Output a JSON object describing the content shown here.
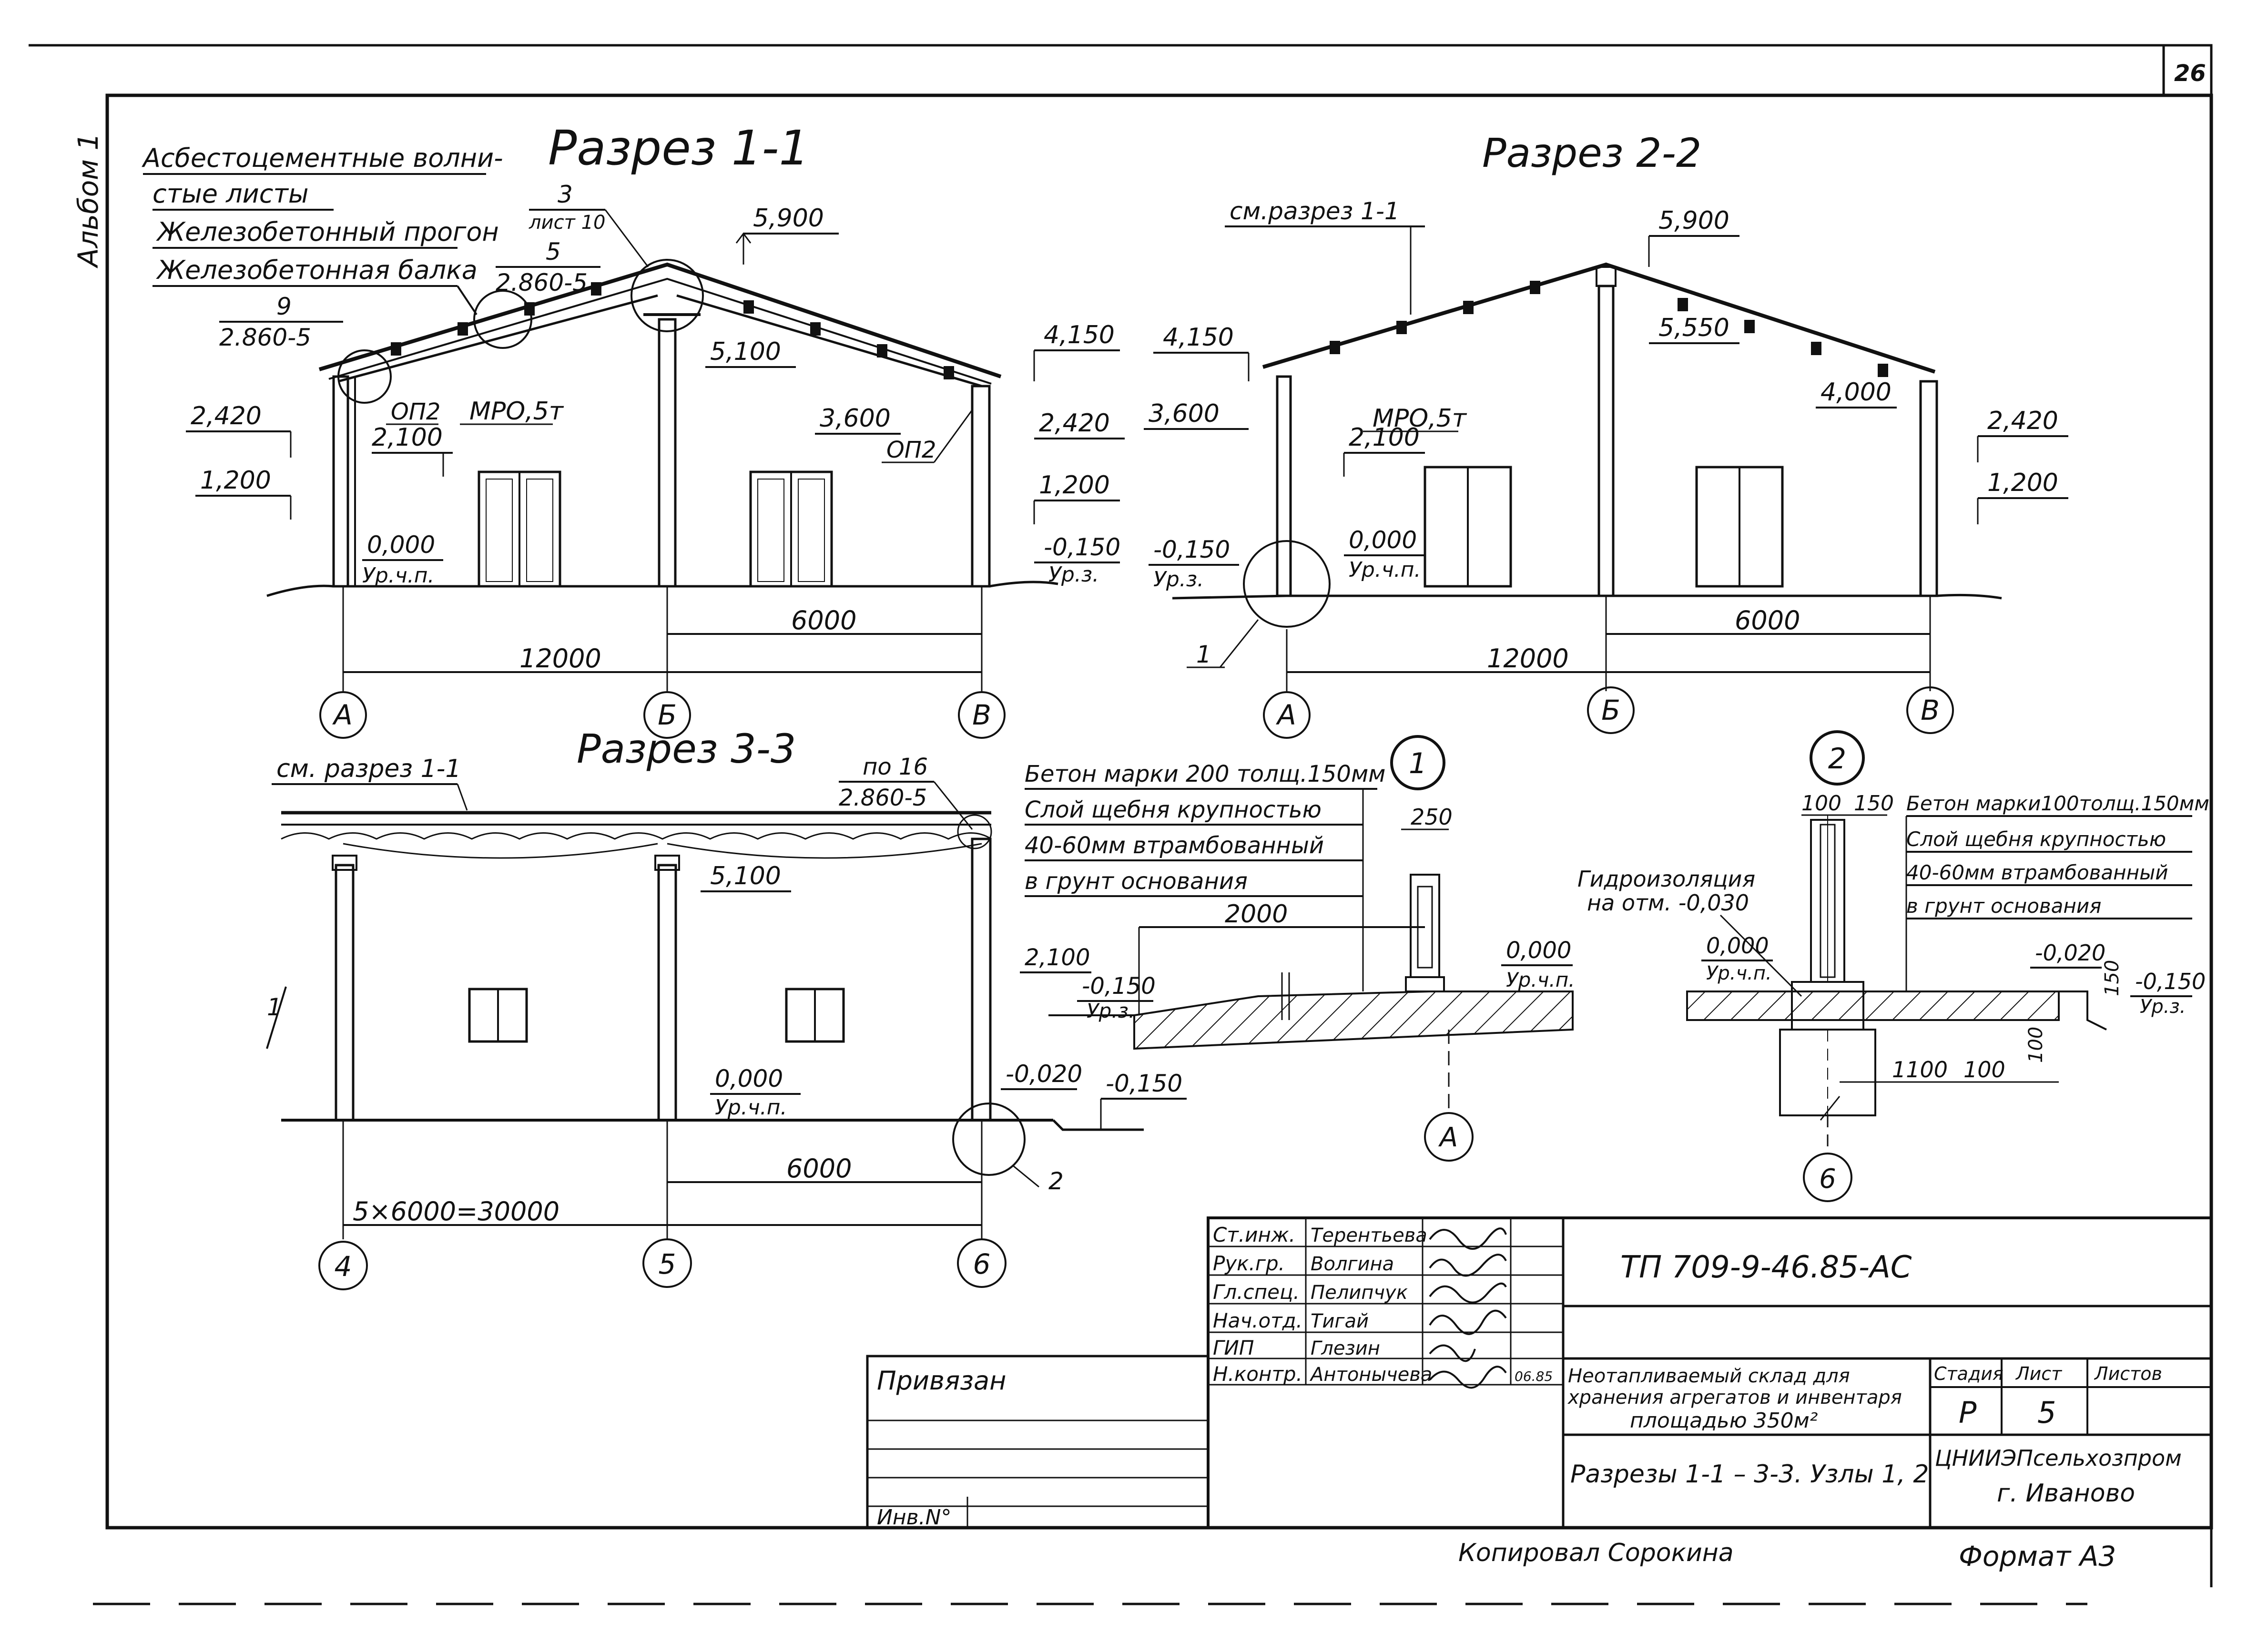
{
  "sheet": {
    "page_number": "26",
    "album": "Альбом 1",
    "tracer": "Копировал Сорокина",
    "format": "Формат А3",
    "attached": "Привязан",
    "inv_no": "Инв.N°"
  },
  "section_1_1": {
    "title": "Разрез 1-1",
    "notes": [
      "Асбестоцементные волни-",
      "стые листы",
      "Железобетонный прогон",
      "Железобетонная балка"
    ],
    "callouts": {
      "node3_num": "3",
      "node3_sheet": "лист 10",
      "node5_num": "5",
      "node5_ref": "2.860-5",
      "node9_num": "9",
      "node9_ref": "2.860-5"
    },
    "labels": {
      "op2_left": "ОП2",
      "op2_right": "ОП2",
      "mro": "МРО,5т",
      "ground": "Ур.ч.п.",
      "ground_out": "Ур.з."
    },
    "elevations": {
      "ridge": "5,900",
      "e5100": "5,100",
      "e4150": "4,150",
      "e3600": "3,600",
      "e2420_l": "2,420",
      "e2420_r": "2,420",
      "e2100": "2,100",
      "e1200_l": "1,200",
      "e1200_r": "1,200",
      "e0000": "0,000",
      "em0150": "-0,150"
    },
    "dims": {
      "span_half": "6000",
      "span_total": "12000"
    },
    "axes": [
      "А",
      "Б",
      "В"
    ]
  },
  "section_2_2": {
    "title": "Разрез 2-2",
    "ref": "см.разрез 1-1",
    "labels": {
      "mro": "МРО,5т",
      "ground": "Ур.ч.п.",
      "ground_out": "Ур.з.",
      "node1": "1"
    },
    "elevations": {
      "ridge": "5,900",
      "e5550": "5,550",
      "e4150": "4,150",
      "e4000": "4,000",
      "e3600": "3,600",
      "e2420": "2,420",
      "e2100": "2,100",
      "e1200": "1,200",
      "e0000": "0,000",
      "em0150": "-0,150"
    },
    "dims": {
      "span_half": "6000",
      "span_total": "12000"
    },
    "axes": [
      "А",
      "Б",
      "В"
    ]
  },
  "section_3_3": {
    "title": "Разрез 3-3",
    "ref": "см. разрез 1-1",
    "callout_num": "по 16",
    "callout_ref": "2.860-5",
    "labels": {
      "ground": "Ур.ч.п.",
      "node2": "2",
      "break": "1"
    },
    "elevations": {
      "e5100": "5,100",
      "e0000": "0,000",
      "em0020": "-0,020",
      "em0150": "-0,150"
    },
    "dims": {
      "bay": "6000",
      "total": "5×6000=30000"
    },
    "axes": [
      "4",
      "5",
      "6"
    ]
  },
  "node_1": {
    "num": "1",
    "notes": [
      "Бетон марки 200 толщ.150мм",
      "Слой щебня крупностью",
      "40-60мм втрамбованный",
      "в грунт основания"
    ],
    "dims": {
      "wall": "250",
      "length": "2000"
    },
    "elevations": {
      "e2100": "2,100",
      "em0150": "-0,150",
      "e0000": "0,000"
    },
    "labels": {
      "ground_out": "Ур.з.",
      "ground": "Ур.ч.п."
    },
    "axis": "А"
  },
  "node_2": {
    "num": "2",
    "notes": [
      "Бетон марки100толщ.150мм",
      "Слой щебня крупностью",
      "40-60мм втрамбованный",
      "в грунт основания"
    ],
    "waterproof": [
      "Гидроизоляция",
      "на отм. -0,030"
    ],
    "dims": {
      "d100a": "100",
      "d150": "150",
      "d1100": "1100",
      "d100b": "100",
      "d150v": "150",
      "d100v": "100"
    },
    "elevations": {
      "e0000": "0,000",
      "em0020": "-0,020",
      "em0150": "-0,150"
    },
    "labels": {
      "ground": "Ур.ч.п.",
      "ground_out": "Ур.з."
    },
    "axis": "6"
  },
  "title_block": {
    "code": "ТП 709-9-46.85-АС",
    "signers": [
      {
        "role": "Ст.инж.",
        "name": "Терентьева"
      },
      {
        "role": "Рук.гр.",
        "name": "Волгина"
      },
      {
        "role": "Гл.спец.",
        "name": "Пелипчук"
      },
      {
        "role": "Нач.отд.",
        "name": "Тигай"
      },
      {
        "role": "ГИП",
        "name": "Глезин"
      },
      {
        "role": "Н.контр.",
        "name": "Антонычева"
      }
    ],
    "year": "06.85",
    "object": [
      "Неотапливаемый склад для",
      "хранения агрегатов и инвентаря",
      "площадью 350м²"
    ],
    "sheet_title": "Разрезы 1-1 – 3-3. Узлы 1, 2",
    "stage_label": "Стадия",
    "sheet_label": "Лист",
    "sheets_label": "Листов",
    "stage": "Р",
    "sheet": "5",
    "org": "ЦНИИЭПсельхозпром",
    "city": "г. Иваново"
  }
}
